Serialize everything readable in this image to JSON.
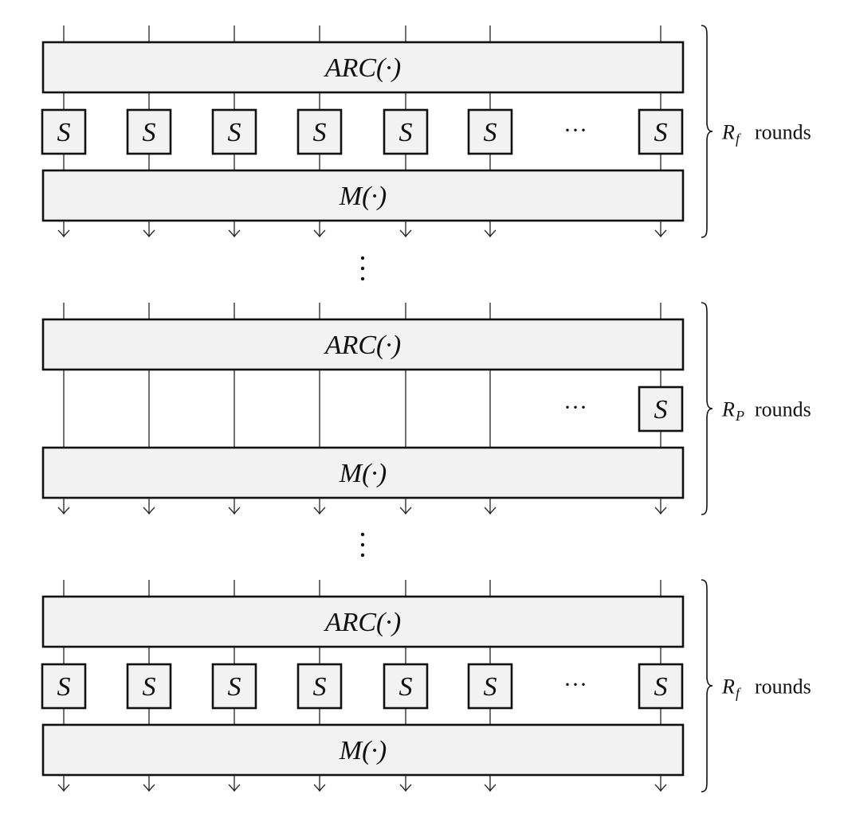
{
  "diagram": {
    "sections": [
      {
        "id": "full-rounds-top",
        "arc_label": "ARC(·)",
        "mix_label": "M(·)",
        "sbox_label": "S",
        "sboxes_all_lanes": true,
        "ellipsis": "···",
        "brace_label_main": "R",
        "brace_label_sub": "f",
        "brace_label_rest": "rounds"
      },
      {
        "id": "partial-rounds",
        "arc_label": "ARC(·)",
        "mix_label": "M(·)",
        "sbox_label": "S",
        "sboxes_all_lanes": false,
        "ellipsis": "···",
        "brace_label_main": "R",
        "brace_label_sub": "P",
        "brace_label_rest": "rounds"
      },
      {
        "id": "full-rounds-bottom",
        "arc_label": "ARC(·)",
        "mix_label": "M(·)",
        "sbox_label": "S",
        "sboxes_all_lanes": true,
        "ellipsis": "···",
        "brace_label_main": "R",
        "brace_label_sub": "f",
        "brace_label_rest": "rounds"
      }
    ],
    "vertical_dots": "⋮"
  }
}
